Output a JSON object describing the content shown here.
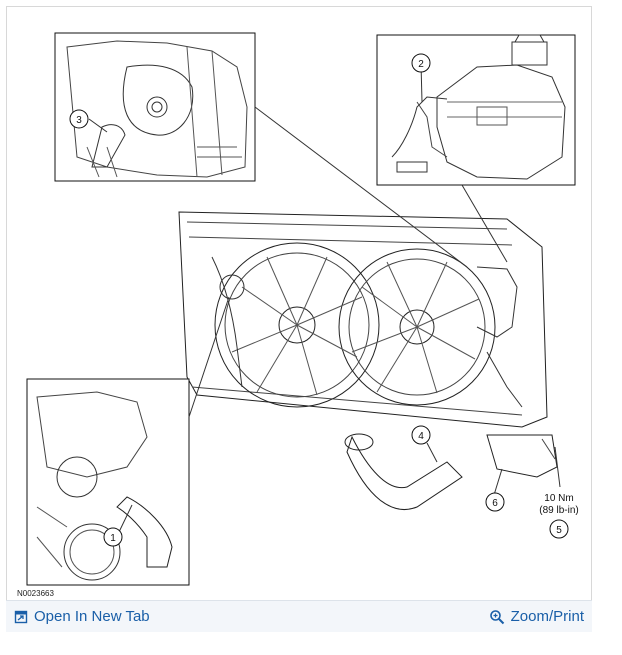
{
  "figure": {
    "id_label": "N0023663",
    "callouts": [
      "1",
      "2",
      "3",
      "4",
      "5",
      "6"
    ],
    "torque_line1": "10 Nm",
    "torque_line2": "(89 lb-in)"
  },
  "toolbar": {
    "open_tab_label": "Open In New Tab",
    "open_tab_icon": "open-tab-icon",
    "zoom_label": "Zoom/Print",
    "zoom_icon": "magnifier-icon",
    "link_color": "#1a5fa8"
  }
}
